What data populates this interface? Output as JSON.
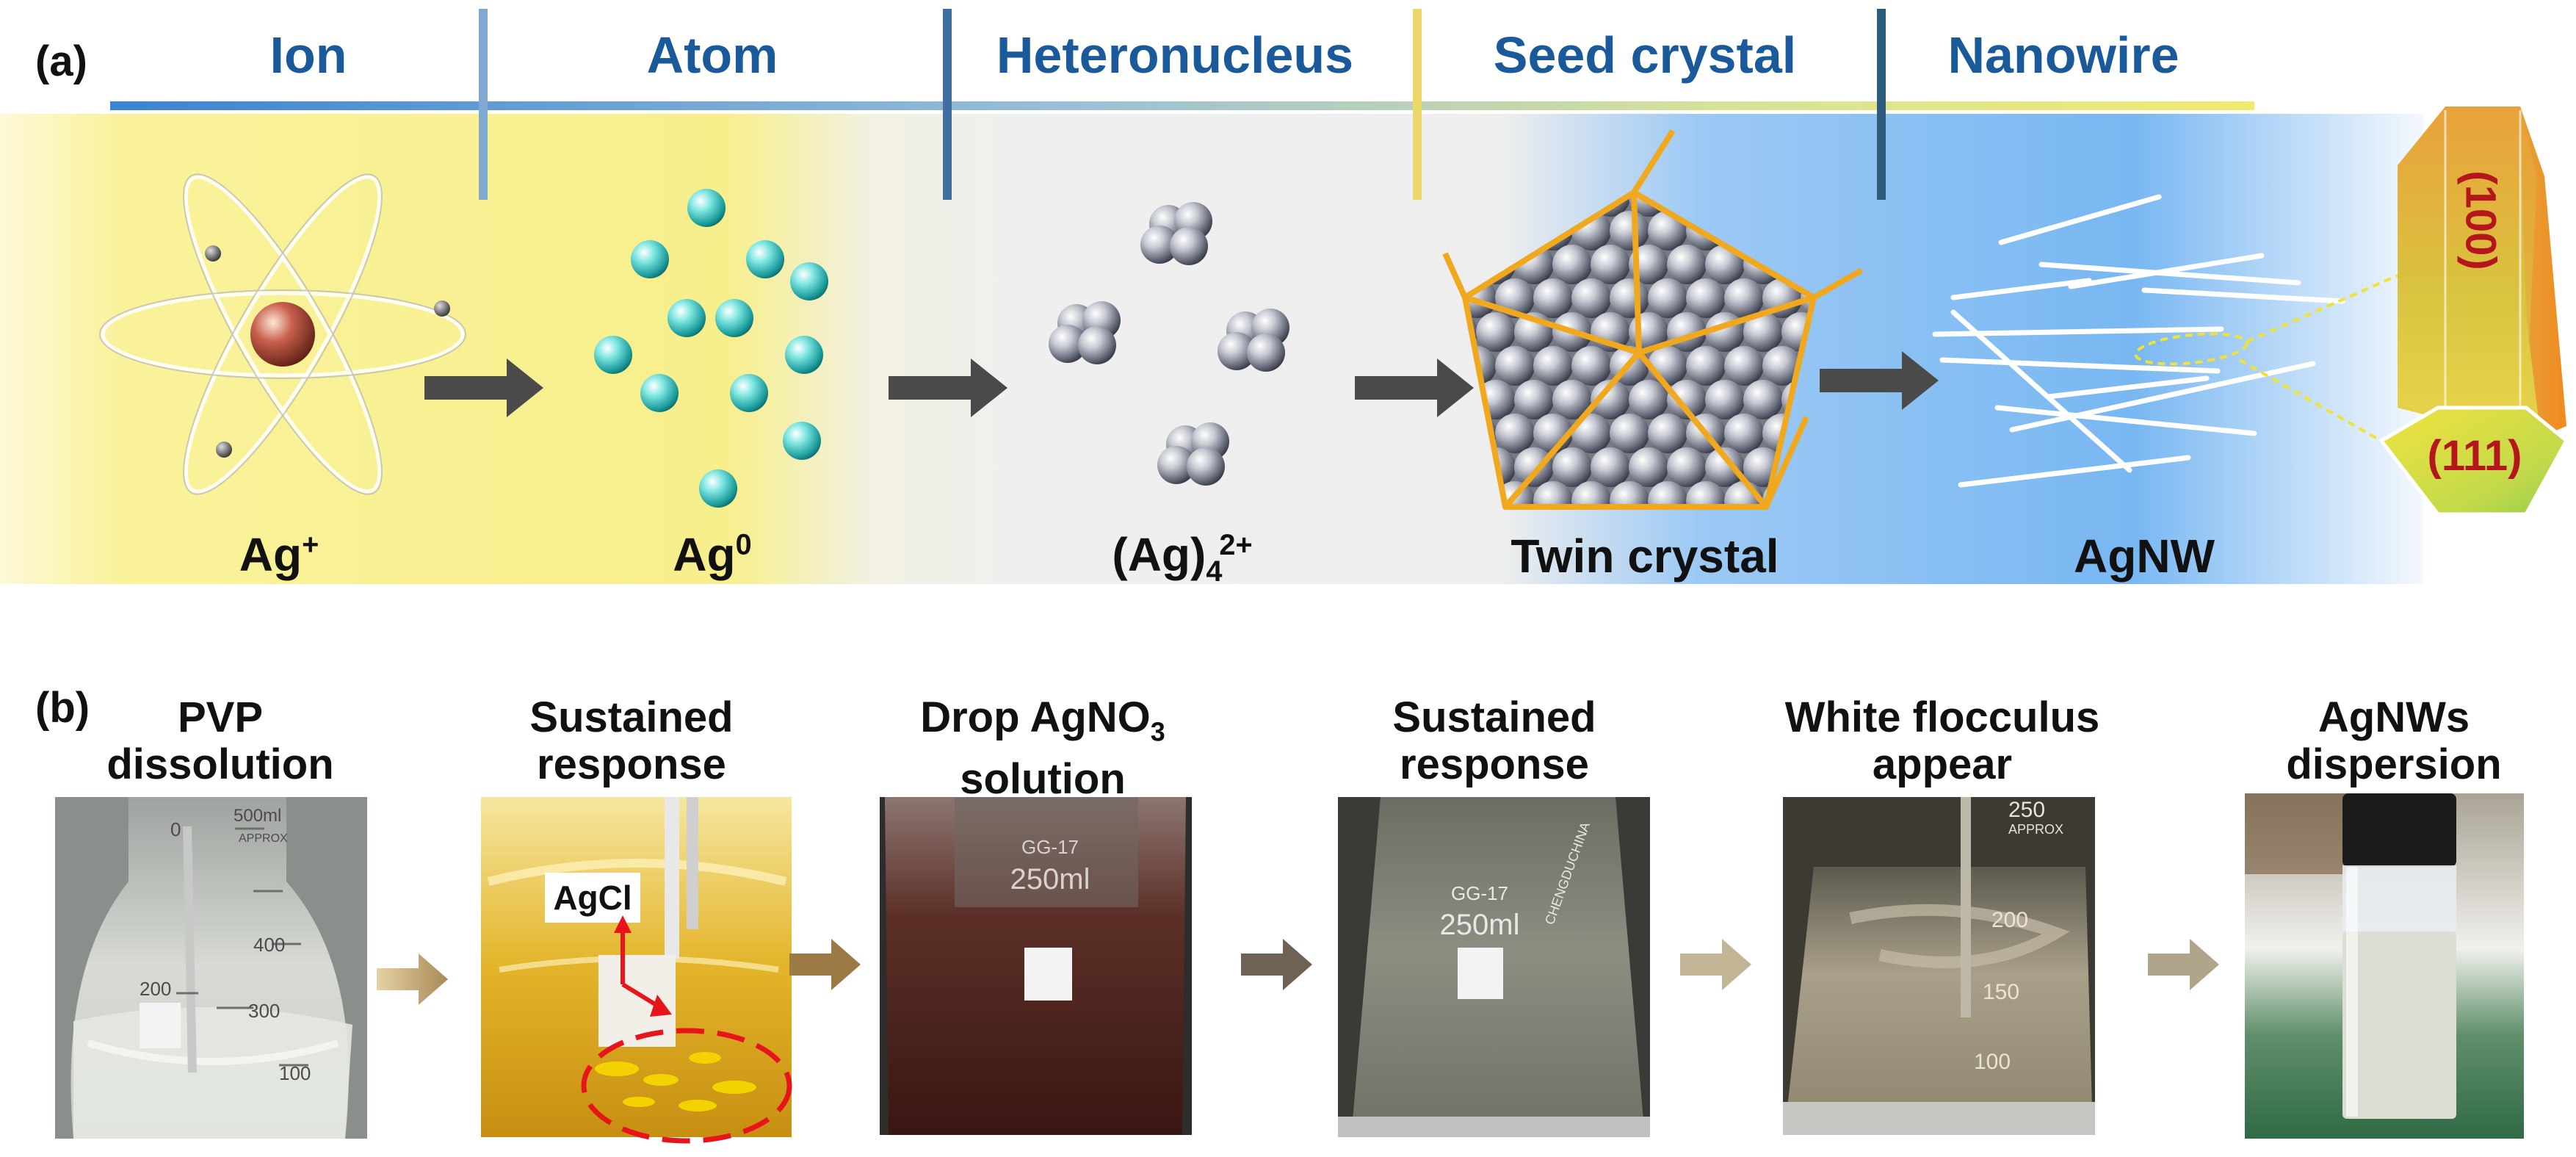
{
  "panel_a": {
    "label": "(a)",
    "stages": [
      "Ion",
      "Atom",
      "Heteronucleus",
      "Seed crystal",
      "Nanowire"
    ],
    "species": {
      "ion": {
        "base": "Ag",
        "sup": "+"
      },
      "atom": {
        "base": "Ag",
        "sup": "0"
      },
      "cluster": {
        "base": "(Ag)",
        "sub": "4",
        "sup": "2+"
      },
      "seed": "Twin crystal",
      "wire": "AgNW"
    },
    "facets": {
      "side": "(100)",
      "end": "(111)"
    }
  },
  "panel_b": {
    "label": "(b)",
    "steps": [
      {
        "line1": "PVP",
        "line2": "dissolution"
      },
      {
        "line1": "Sustained",
        "line2": "response"
      },
      {
        "line1_base": "Drop AgNO",
        "line1_sub": "3",
        "line2": "solution"
      },
      {
        "line1": "Sustained",
        "line2": "response"
      },
      {
        "line1": "White flocculus",
        "line2": "appear"
      },
      {
        "line1": "AgNWs",
        "line2": "dispersion"
      }
    ],
    "annotation": "AgCl",
    "beaker_marks": {
      "b1_volume": "500ml",
      "b1_approx": "APPROX",
      "b1_400": "400",
      "b1_300": "300",
      "b1_200": "200",
      "b1_100": "100",
      "b1_0": "0",
      "b3_grade": "GG-17",
      "b3_volume": "250ml",
      "b4_grade": "GG-17",
      "b4_volume": "250ml",
      "b4_brand": "CHENGDUCHINA",
      "b5_approx": "APPROX",
      "b5_250": "250",
      "b5_200": "200",
      "b5_150": "150",
      "b5_100": "100"
    }
  }
}
